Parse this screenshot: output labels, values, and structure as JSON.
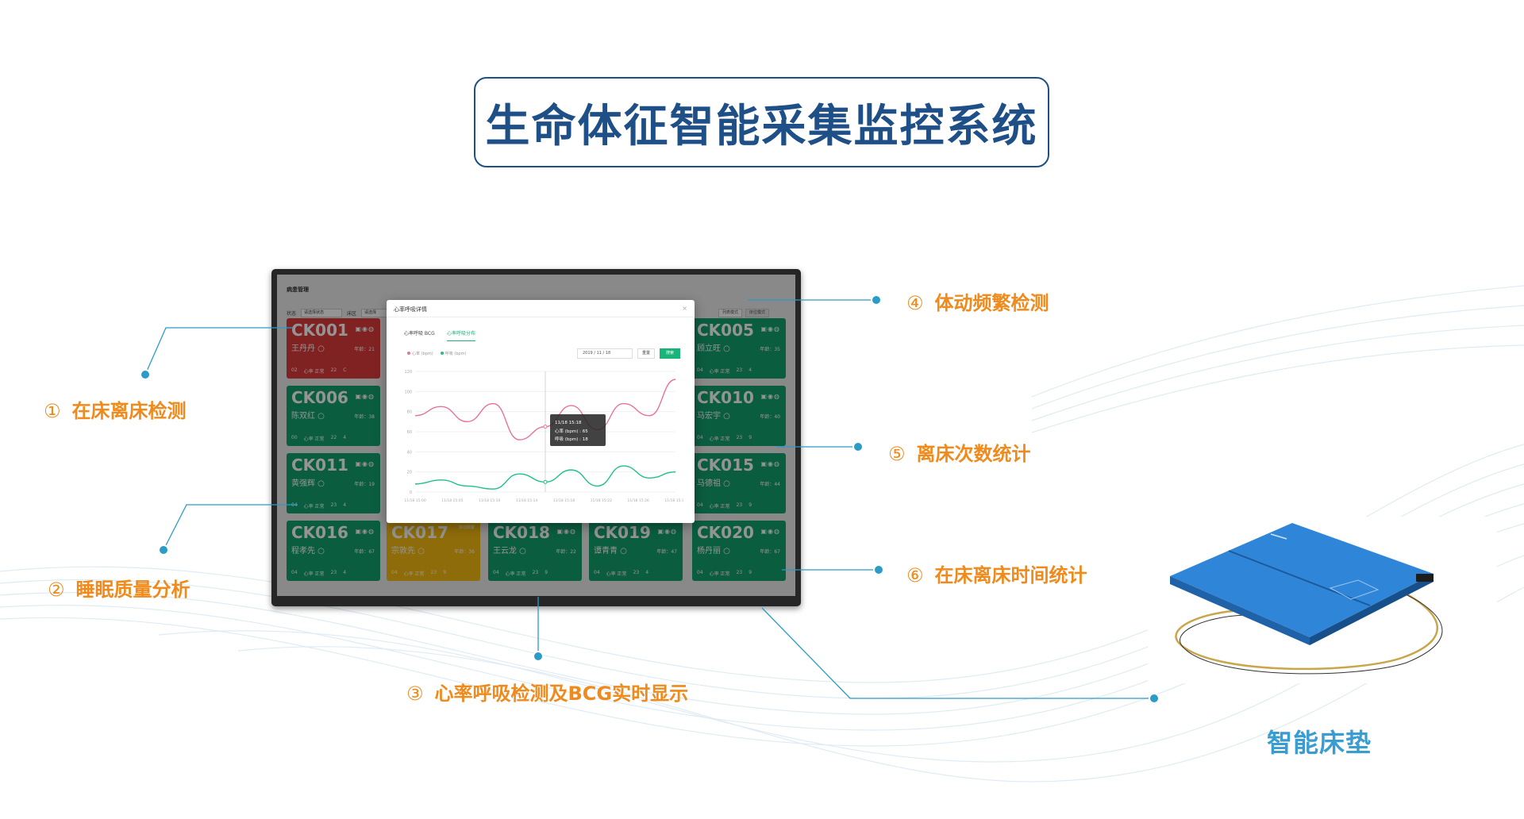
{
  "title": "生命体征智能采集监控系统",
  "callouts": [
    {
      "num": "①",
      "label": "在床离床检测"
    },
    {
      "num": "②",
      "label": "睡眠质量分析"
    },
    {
      "num": "③",
      "label": "心率呼吸检测及BCG实时显示"
    },
    {
      "num": "④",
      "label": "体动频繁检测"
    },
    {
      "num": "⑤",
      "label": "离床次数统计"
    },
    {
      "num": "⑥",
      "label": "在床离床时间统计"
    }
  ],
  "mattress_label": "智能床垫",
  "app": {
    "header": "病患管理",
    "filters": [
      {
        "label": "状态",
        "value": "请选择状态"
      },
      {
        "label": "床区",
        "value": "请选择"
      }
    ],
    "toolbar": [
      "列表模式",
      "床位模式"
    ],
    "beds": [
      {
        "id": "CK001",
        "name": "王丹丹",
        "age": "年龄：21",
        "stats": [
          "02",
          "心率 正常",
          "22",
          "C"
        ],
        "status": "red"
      },
      {
        "id": "CK005",
        "name": "顾立旺",
        "age": "年龄：35",
        "stats": [
          "04",
          "心率 正常",
          "23",
          "4"
        ],
        "status": "green"
      },
      {
        "id": "CK006",
        "name": "陈双红",
        "age": "年龄：38",
        "stats": [
          "00",
          "心率 正常",
          "22",
          "4"
        ],
        "status": "green"
      },
      {
        "id": "CK010",
        "name": "马宏宇",
        "age": "年龄：40",
        "stats": [
          "04",
          "心率 正常",
          "23",
          "9"
        ],
        "status": "green"
      },
      {
        "id": "CK011",
        "name": "黄强辉",
        "age": "年龄：19",
        "stats": [
          "04",
          "心率 正常",
          "23",
          "4"
        ],
        "status": "green"
      },
      {
        "id": "CK015",
        "name": "马德祖",
        "age": "年龄：44",
        "stats": [
          "04",
          "心率 正常",
          "23",
          "9"
        ],
        "status": "green"
      },
      {
        "id": "CK016",
        "name": "程孝先",
        "age": "年龄：67",
        "stats": [
          "04",
          "心率 正常",
          "23",
          "4"
        ],
        "status": "green"
      },
      {
        "id": "CK017",
        "name": "宗敦先",
        "age": "年龄：36",
        "stats": [
          "04",
          "心率 正常",
          "23",
          "9"
        ],
        "status": "amber",
        "note": "体动频繁"
      },
      {
        "id": "CK018",
        "name": "王云龙",
        "age": "年龄：22",
        "stats": [
          "04",
          "心率 正常",
          "23",
          "9"
        ],
        "status": "green"
      },
      {
        "id": "CK019",
        "name": "谭青青",
        "age": "年龄：47",
        "stats": [
          "04",
          "心率 正常",
          "23",
          "4"
        ],
        "status": "green"
      },
      {
        "id": "CK020",
        "name": "杨丹丽",
        "age": "年龄：67",
        "stats": [
          "04",
          "心率 正常",
          "23",
          "9"
        ],
        "status": "green"
      }
    ],
    "modal": {
      "title": "心率呼吸详情",
      "tabs": [
        "心率呼吸 BCG",
        "心率呼吸分布"
      ],
      "active_tab": 1,
      "legend": [
        "心率 (bpm)",
        "呼吸 (bpm)"
      ],
      "date_value": "2019 / 11 / 18",
      "reset_label": "重置",
      "search_label": "搜索",
      "tooltip": {
        "time": "11/18 15:18",
        "hr": "心率 (bpm) : 65",
        "rr": "呼吸 (bpm) : 18"
      }
    }
  },
  "chart_data": {
    "type": "line",
    "x": [
      "11/18 15:00",
      "11/18 15:05",
      "11/18 15:10",
      "11/18 15:14",
      "11/18 15:18",
      "11/18 15:22",
      "11/18 15:26",
      "11/18 15:30"
    ],
    "series": [
      {
        "name": "心率 (bpm)",
        "color": "#e8739a",
        "values": [
          76,
          85,
          70,
          88,
          52,
          65,
          86,
          62,
          88,
          76,
          112
        ]
      },
      {
        "name": "呼吸 (bpm)",
        "color": "#1fbf8c",
        "values": [
          8,
          12,
          6,
          3,
          18,
          10,
          22,
          6,
          26,
          14,
          20
        ]
      }
    ],
    "ylim": [
      0,
      120
    ],
    "yticks": [
      "0",
      "20",
      "40",
      "60",
      "80",
      "100",
      "120"
    ]
  },
  "colors": {
    "title_blue": "#1e4f86",
    "callout_orange": "#ef8a1c",
    "bed_green": "#14a06f",
    "bed_red": "#de3b3b",
    "bed_amber": "#f4ba12",
    "accent_green": "#18b47a",
    "mattress_blue": "#3a9dd2"
  }
}
